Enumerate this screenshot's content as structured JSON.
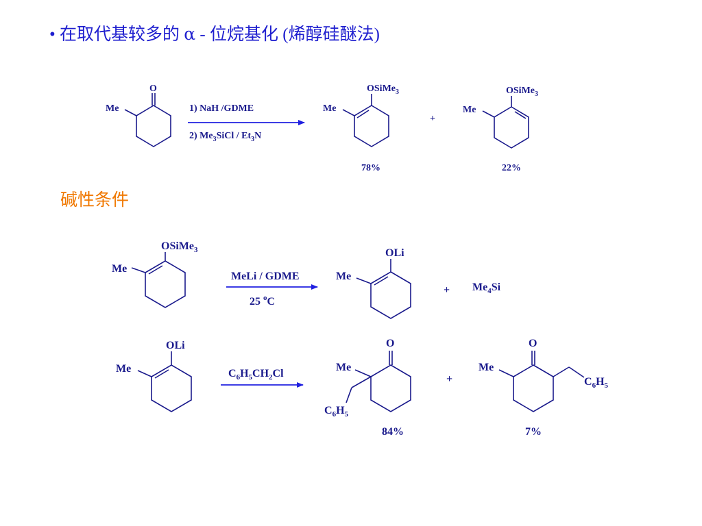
{
  "title": {
    "bullet": "•",
    "text_a": "在取代基较多的 ",
    "alpha": "α",
    "text_b": " - 位烷基化 (烯醇硅醚法)"
  },
  "subtitle": "碱性条件",
  "labels": {
    "me": "Me",
    "o": "O",
    "osime3": "OSiMe",
    "sub3": "3",
    "oli": "OLi",
    "plus": "+",
    "step1": "1)  NaH /GDME",
    "step2_a": "2)  Me",
    "step2_b": "SiCl / Et",
    "step2_c": "N",
    "meli": "MeLi / GDME",
    "temp_a": "25 ",
    "temp_deg": "o",
    "temp_c": "C",
    "me4si_a": "Me",
    "me4si_sub": "4",
    "me4si_b": "Si",
    "benzyl_a": "C",
    "benzyl_sub6": "6",
    "benzyl_b": "H",
    "benzyl_sub5": "5",
    "benzyl_c": "CH",
    "benzyl_sub2": "2",
    "benzyl_d": "Cl",
    "ph_c": "C",
    "ph_6": "6",
    "ph_h": "H",
    "ph_5": "5"
  },
  "yields": {
    "r1_major": "78%",
    "r1_minor": "22%",
    "r3_major": "84%",
    "r3_minor": "7%"
  }
}
